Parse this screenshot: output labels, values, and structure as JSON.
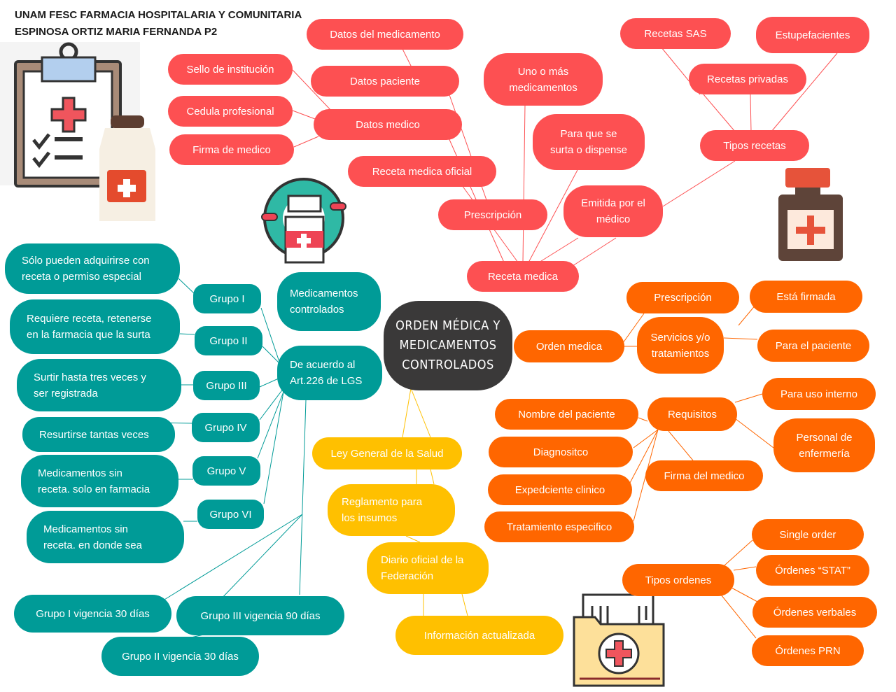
{
  "header": {
    "line1": "UNAM FESC FARMACIA HOSPITALARIA Y COMUNITARIA",
    "line2": "ESPINOSA ORTIZ MARIA FERNANDA  P2"
  },
  "center": "ORDEN MÉDICA Y\nMEDICAMENTOS\nCONTROLADOS",
  "colors": {
    "red": "#fd5052",
    "teal": "#009b97",
    "orange": "#ff6600",
    "yellow": "#ffc000",
    "center": "#3a3939"
  },
  "receta": {
    "datos_medicamento": "Datos del medicamento",
    "sello": "Sello de institución",
    "datos_paciente": "Datos paciente",
    "cedula": "Cedula profesional",
    "datos_medico": "Datos medico",
    "firma": "Firma de medico",
    "oficial": "Receta medica oficial",
    "uno_o_mas": "Uno o más\nmedicamentos",
    "para_que": "Para que se\nsurta o dispense",
    "prescripcion": "Prescripción",
    "emitida": "Emitida por el\nmédico",
    "receta_medica": "Receta medica",
    "sas": "Recetas SAS",
    "estupefacientes": "Estupefacientes",
    "privadas": "Recetas privadas",
    "tipos": "Tipos recetas"
  },
  "controlados": {
    "titulo": "Medicamentos\ncontrolados",
    "art": "De acuerdo al\nArt.226  de LGS",
    "grupos": [
      "Grupo I",
      "Grupo II",
      "Grupo III",
      "Grupo IV",
      "Grupo V",
      "Grupo VI"
    ],
    "descripciones": [
      "Sólo pueden adquirirse con\nreceta o permiso especial",
      "Requiere receta, retenerse\nen la farmacia que la surta",
      "Surtir hasta tres veces y\nser registrada",
      "Resurtirse tantas veces",
      "Medicamentos sin\nreceta. solo en farmacia",
      "Medicamentos sin\nreceta. en donde sea"
    ],
    "vigencias": [
      "Grupo I vigencia 30 días",
      "Grupo III vigencia 90 días",
      "Grupo II vigencia 30 días"
    ]
  },
  "orden": {
    "orden_medica": "Orden medica",
    "prescripcion": "Prescripción",
    "servicios": "Servicios y/o\ntratamientos",
    "firmada": "Está firmada",
    "para_paciente": "Para el paciente",
    "requisitos": "Requisitos",
    "uso_interno": "Para uso interno",
    "enfermeria": "Personal de\nenfermería",
    "nombre": "Nombre del paciente",
    "diagnostico": "Diagnositco",
    "expediente": "Expedciente clinico",
    "tratamiento": "Tratamiento especifico",
    "firma_medico": "Firma del medico",
    "tipos_ordenes": "Tipos ordenes",
    "tipos": [
      "Single order",
      "Órdenes “STAT”",
      "Órdenes verbales",
      "Órdenes PRN"
    ]
  },
  "fuentes": [
    "Ley General de la Salud",
    "Reglamento para\nlos insumos",
    "Diario oficial de la\nFederación",
    "Información actualizada"
  ]
}
